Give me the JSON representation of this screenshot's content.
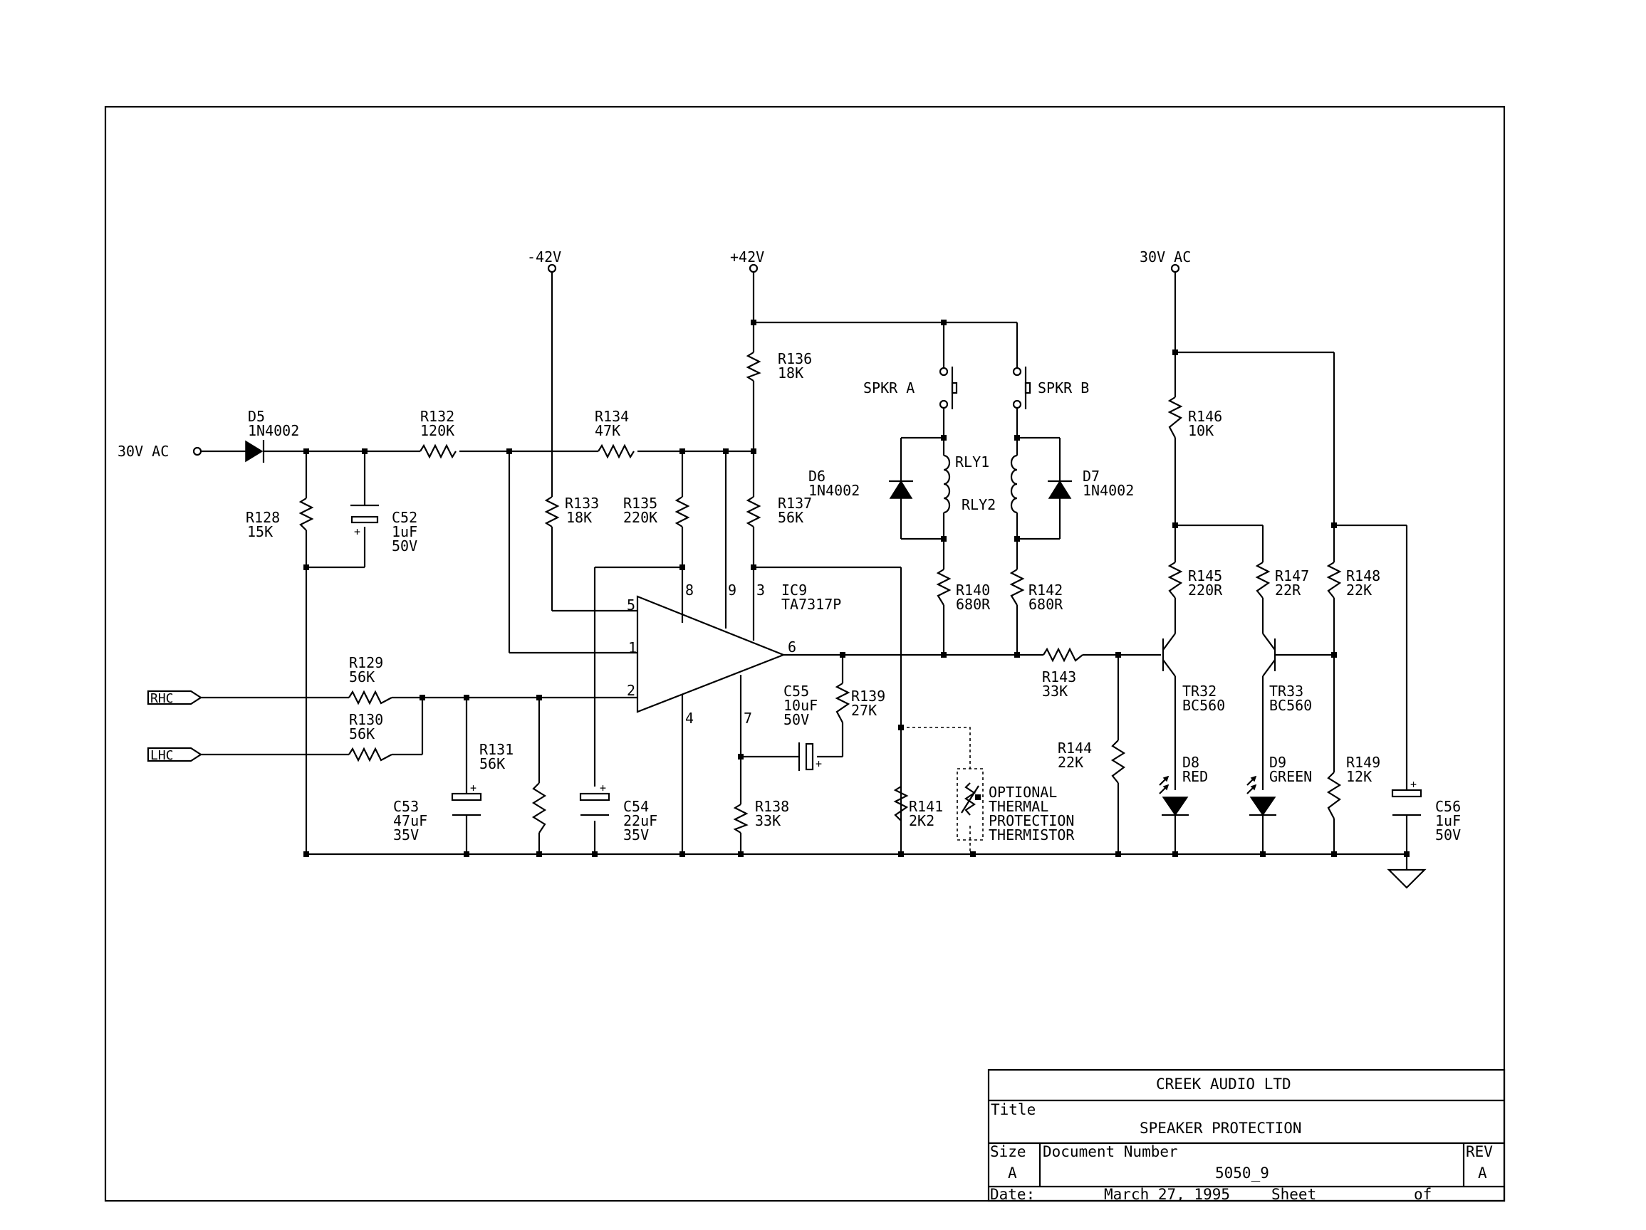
{
  "labels": {
    "vin_left": "30V AC",
    "neg_rail": "-42V",
    "pos_rail": "+42V",
    "vin_right": "30V AC",
    "rhc": "RHC",
    "lhc": "LHC",
    "d5": "D5",
    "d5_val": "1N4002",
    "r132": "R132",
    "r132_val": "120K",
    "r134": "R134",
    "r134_val": "47K",
    "r128": "R128",
    "r128_val": "15K",
    "c52": "C52",
    "c52_val1": "1uF",
    "c52_val2": "50V",
    "r133": "R133",
    "r133_val": "18K",
    "r135": "R135",
    "r135_val": "220K",
    "r136": "R136",
    "r136_val": "18K",
    "r137": "R137",
    "r137_val": "56K",
    "ic9": "IC9",
    "ic9_val": "TA7317P",
    "pin5": "5",
    "pin1": "1",
    "pin2": "2",
    "pin8": "8",
    "pin9": "9",
    "pin3": "3",
    "pin4": "4",
    "pin7": "7",
    "pin6": "6",
    "spkr_a": "SPKR A",
    "spkr_b": "SPKR B",
    "rly1": "RLY1",
    "rly2": "RLY2",
    "d6": "D6",
    "d6_val": "1N4002",
    "d7": "D7",
    "d7_val": "1N4002",
    "r140": "R140",
    "r140_val": "680R",
    "r142": "R142",
    "r142_val": "680R",
    "r143": "R143",
    "r143_val": "33K",
    "r129": "R129",
    "r129_val": "56K",
    "r130": "R130",
    "r130_val": "56K",
    "r131": "R131",
    "r131_val": "56K",
    "c53": "C53",
    "c53_val1": "47uF",
    "c53_val2": "35V",
    "c54": "C54",
    "c54_val1": "22uF",
    "c54_val2": "35V",
    "c55": "C55",
    "c55_val1": "10uF",
    "c55_val2": "50V",
    "r139": "R139",
    "r139_val": "27K",
    "r138": "R138",
    "r138_val": "33K",
    "r141": "R141",
    "r141_val": "2K2",
    "thermistor1": "OPTIONAL",
    "thermistor2": "THERMAL",
    "thermistor3": "PROTECTION",
    "thermistor4": "THERMISTOR",
    "r144": "R144",
    "r144_val": "22K",
    "r146": "R146",
    "r146_val": "10K",
    "r145": "R145",
    "r145_val": "220R",
    "r147": "R147",
    "r147_val": "22R",
    "r148": "R148",
    "r148_val": "22K",
    "tr32": "TR32",
    "tr32_val": "BC560",
    "tr33": "TR33",
    "tr33_val": "BC560",
    "d8": "D8",
    "d8_val": "RED",
    "d9": "D9",
    "d9_val": "GREEN",
    "r149": "R149",
    "r149_val": "12K",
    "c56": "C56",
    "c56_val1": "1uF",
    "c56_val2": "50V",
    "plus": "+"
  },
  "title_block": {
    "company": "CREEK AUDIO LTD",
    "title_label": "Title",
    "title": "SPEAKER PROTECTION",
    "size_label": "Size",
    "size": "A",
    "doc_label": "Document  Number",
    "doc_number": "5050_9",
    "rev_label": "REV",
    "rev": "A",
    "date_label": "Date:",
    "date": "March 27, 1995",
    "sheet_label": "Sheet",
    "of_label": "of"
  }
}
